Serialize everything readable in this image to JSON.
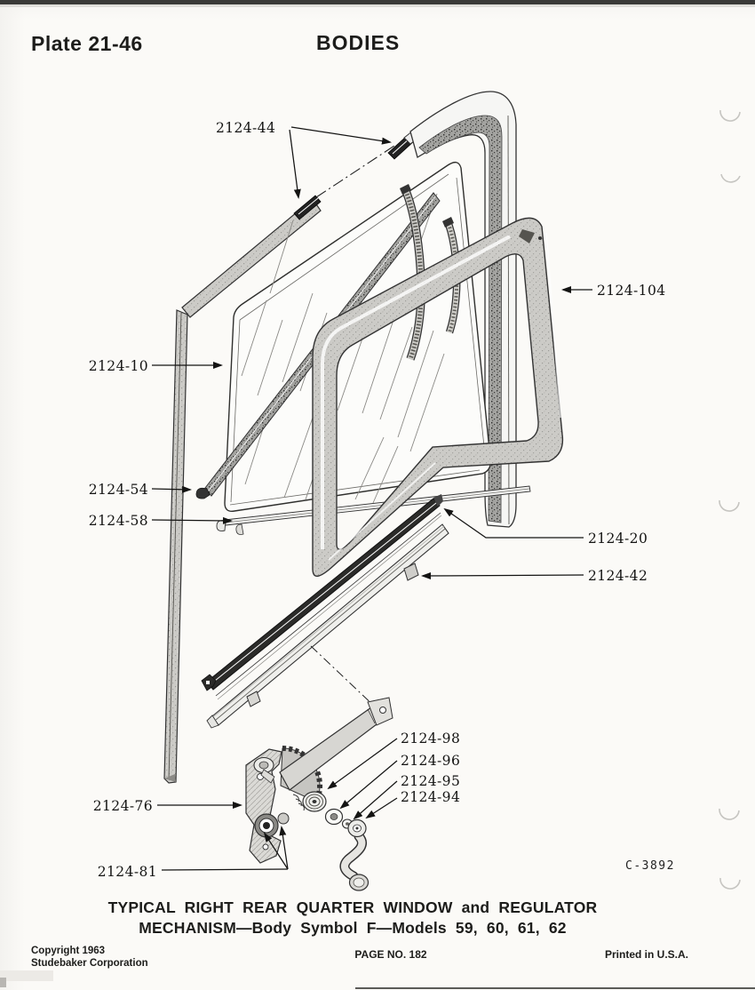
{
  "page": {
    "plate_number": "Plate 21-46",
    "section_title": "BODIES",
    "figure_code": "C-3892",
    "caption": {
      "line1": "TYPICAL RIGHT REAR QUARTER WINDOW and REGULATOR",
      "line2": "MECHANISM—Body Symbol F—Models 59, 60, 61, 62"
    },
    "footer": {
      "copyright_line1": "Copyright 1963",
      "copyright_line2": "Studebaker Corporation",
      "page_number": "PAGE NO. 182",
      "printed_in": "Printed in U.S.A."
    }
  },
  "diagram": {
    "part_labels": [
      {
        "part_number": "2124-44"
      },
      {
        "part_number": "2124-10"
      },
      {
        "part_number": "2124-54"
      },
      {
        "part_number": "2124-58"
      },
      {
        "part_number": "2124-104"
      },
      {
        "part_number": "2124-20"
      },
      {
        "part_number": "2124-42"
      },
      {
        "part_number": "2124-98"
      },
      {
        "part_number": "2124-96"
      },
      {
        "part_number": "2124-95"
      },
      {
        "part_number": "2124-94"
      },
      {
        "part_number": "2124-76"
      },
      {
        "part_number": "2124-81"
      }
    ]
  },
  "colors": {
    "paper": "#fbfaf7",
    "ink": "#1d1d1b"
  }
}
